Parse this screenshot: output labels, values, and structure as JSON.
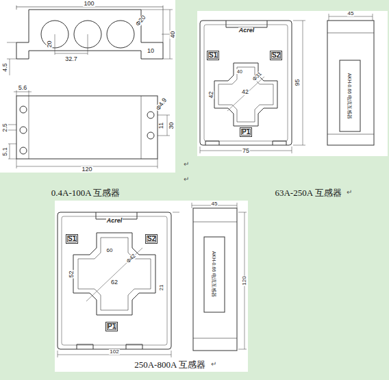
{
  "diagram": {
    "nodes": [
      {
        "text": [
          "S1"
        ]
      },
      {
        "text": [
          "S2"
        ]
      },
      {
        "text": [
          "P1"
        ]
      },
      {
        "text": [
          "S1"
        ]
      },
      {
        "text": [
          "S2"
        ]
      },
      {
        "text": [
          "P1"
        ]
      }
    ],
    "labels": [
      "100",
      "Φ20",
      "40",
      "10",
      "4.5",
      "20",
      "32.7",
      "5.6",
      "2.5",
      "Φ4.9",
      "30",
      "11",
      "5.1",
      "120",
      "↵",
      "↵",
      "45",
      "Acrel",
      "40",
      "Φ31",
      "42",
      "42",
      "95",
      "75",
      "AKH-0.66 电流互感器",
      "0.4A-100A 互感器",
      "63A-250A 互感器",
      "↵",
      "45",
      "Acrel",
      "60",
      "Φ42",
      "62",
      "52",
      "21",
      "120",
      "102",
      "AKH-0.66 电流互感器",
      "250A-800A 互感器",
      "↵"
    ]
  }
}
